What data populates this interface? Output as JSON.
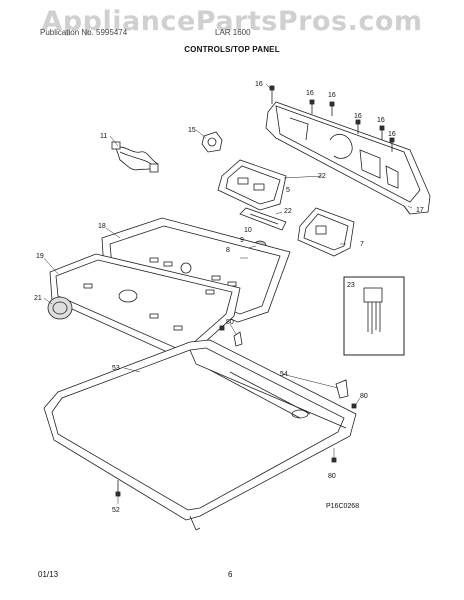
{
  "header": {
    "watermark": "AppliancePartsPros.com",
    "left_text": "Publication No. 5995474",
    "right_text": "LAR 1600",
    "title": "CONTROLS/TOP PANEL"
  },
  "diagram": {
    "callouts": {
      "c11": "11",
      "c15": "15",
      "c16a": "16",
      "c16b": "16",
      "c16c": "16",
      "c16d": "16",
      "c16e": "16",
      "c16f": "16",
      "c22a": "22",
      "c5": "5",
      "c22b": "22",
      "c17": "17",
      "c10": "10",
      "c18": "18",
      "c9": "9",
      "c8": "8",
      "c7": "7",
      "c19": "19",
      "c23": "23",
      "c21": "21",
      "c80a": "80",
      "c53": "53",
      "c54": "54",
      "c80b": "80",
      "c80c": "80",
      "c52": "52"
    },
    "part_code": "P16C0268"
  },
  "footer": {
    "date": "01/13",
    "page": "6"
  },
  "colors": {
    "line": "#222222",
    "watermark": "#aaaaaa"
  }
}
